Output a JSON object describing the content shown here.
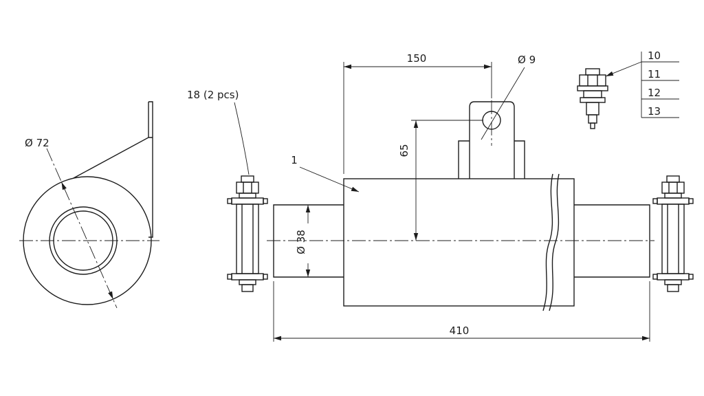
{
  "drawing": {
    "background_color": "#ffffff",
    "line_color": "#1c1c1c",
    "labels": {
      "dia_72": "Ø 72",
      "part_18": "18 (2 pcs)",
      "part_1": "1",
      "dim_150": "150",
      "dia_9": "Ø 9",
      "dim_65": "65",
      "dia_38": "Ø 38",
      "dim_410": "410",
      "item_10": "10",
      "item_11": "11",
      "item_12": "12",
      "item_13": "13"
    }
  }
}
